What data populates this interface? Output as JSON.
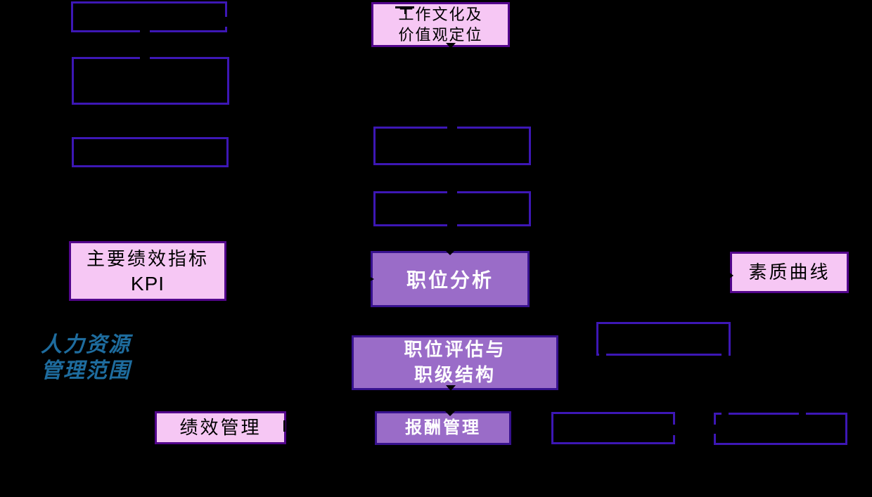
{
  "colors": {
    "background": "#000000",
    "pink_box_fill": "#F6C7F4",
    "pink_box_border": "#53058C",
    "pink_box_text": "#000000",
    "purple_box_fill": "#9A6CC8",
    "purple_box_border": "#38128F",
    "purple_box_text": "#FFFFFF",
    "empty_box_border": "#3D17B5",
    "scope_label_text": "#1E6C9E"
  },
  "scope_label": {
    "line1": "人力资源",
    "line2": "管理范围"
  },
  "boxes": {
    "work_culture": {
      "line1": "工作文化及",
      "line2": "价值观定位"
    },
    "kpi": {
      "line1": "主要绩效指标",
      "line2": "KPI"
    },
    "job_analysis": {
      "line1": "职位分析"
    },
    "quality_curve": {
      "line1": "素质曲线"
    },
    "job_evaluation": {
      "line1": "职位评估与",
      "line2": "职级结构"
    },
    "performance_mgmt": {
      "line1": "绩效管理"
    },
    "compensation_mgmt": {
      "line1": "报酬管理"
    }
  }
}
